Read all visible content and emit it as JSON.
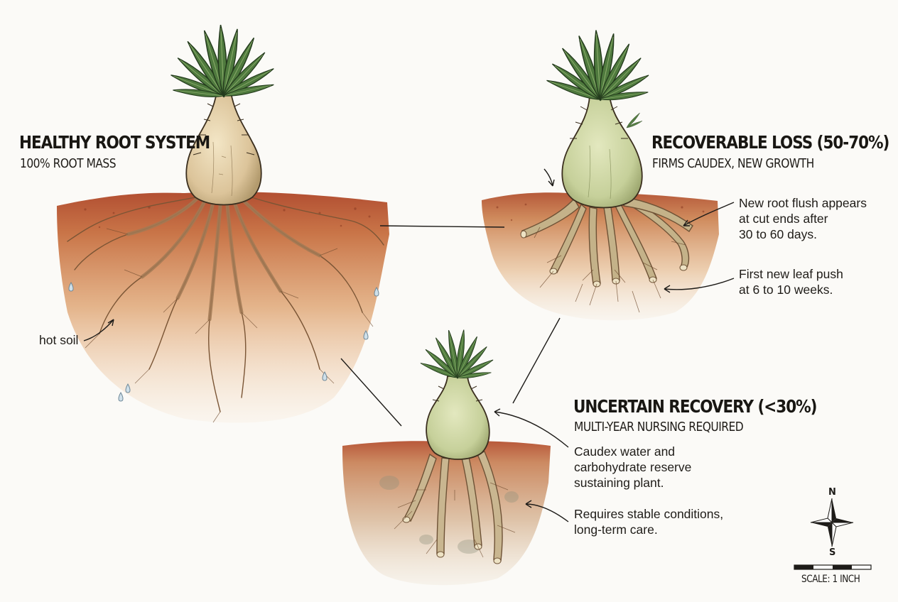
{
  "panels": {
    "healthy": {
      "title": "HEALTHY ROOT SYSTEM",
      "subtitle": "100% ROOT MASS",
      "annotation": "hot soil"
    },
    "recoverable": {
      "title": "RECOVERABLE LOSS (50-70%)",
      "subtitle": "FIRMS CAUDEX, NEW GROWTH",
      "notes": [
        [
          "New root flush appears",
          "at cut ends after",
          "30 to 60 days."
        ],
        [
          "First new leaf push",
          "at 6 to 10 weeks."
        ]
      ]
    },
    "uncertain": {
      "title": "UNCERTAIN RECOVERY (<30%)",
      "subtitle": "MULTI-YEAR NURSING REQUIRED",
      "notes": [
        [
          "Caudex water and",
          "carbohydrate reserve",
          "sustaining plant."
        ],
        [
          "Requires stable conditions,",
          "long-term care."
        ]
      ]
    }
  },
  "compass": {
    "north": "N",
    "south": "S"
  },
  "scale": {
    "label": "SCALE: 1 INCH"
  },
  "colors": {
    "soil_top": "#b8583a",
    "soil_mid": "#d9a070",
    "soil_pale": "#f3d8b8",
    "caudex_healthy": "#e6d3ad",
    "caudex_stressed": "#cdd6a6",
    "leaf": "#4f7a3e",
    "root": "#9c7652",
    "ink": "#1d1b18"
  }
}
